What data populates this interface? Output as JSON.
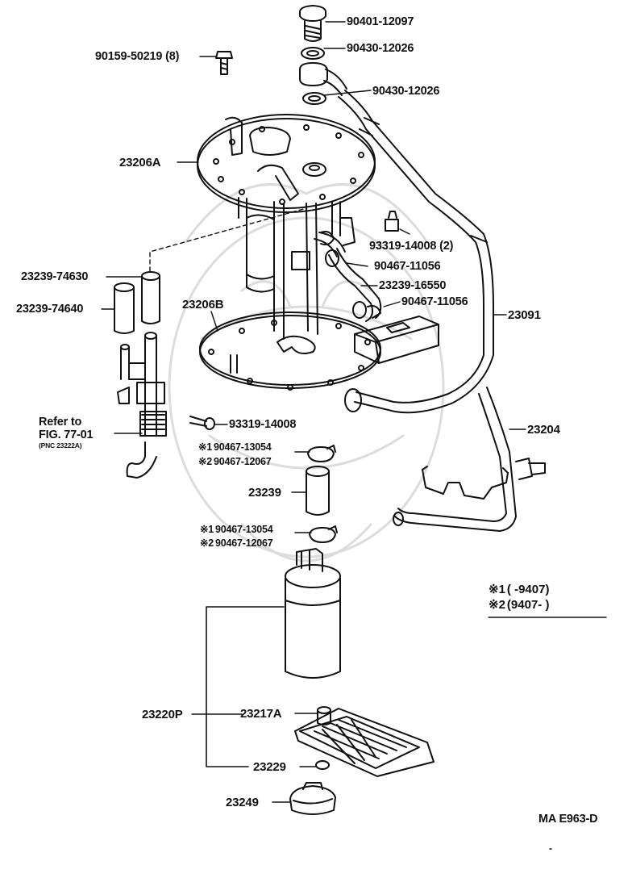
{
  "parts": [
    {
      "id": "p_9040112097",
      "label": "90401-12097"
    },
    {
      "id": "p_9043012026a",
      "label": "90430-12026"
    },
    {
      "id": "p_9043012026b",
      "label": "90430-12026"
    },
    {
      "id": "p_9015950219",
      "label": "90159-50219 (8)"
    },
    {
      "id": "p_23206A",
      "label": "23206A"
    },
    {
      "id": "p_9331914008b",
      "label": "93319-14008 (2)"
    },
    {
      "id": "p_9046711056a",
      "label": "90467-11056"
    },
    {
      "id": "p_2323916550",
      "label": "23239-16550"
    },
    {
      "id": "p_9046711056b",
      "label": "90467-11056"
    },
    {
      "id": "p_23091",
      "label": "23091"
    },
    {
      "id": "p_2323974630",
      "label": "23239-74630"
    },
    {
      "id": "p_2323974640",
      "label": "23239-74640"
    },
    {
      "id": "p_23206B",
      "label": "23206B"
    },
    {
      "id": "p_9331914008a",
      "label": "93319-14008"
    },
    {
      "id": "p_23204",
      "label": "23204"
    },
    {
      "id": "p_23239",
      "label": "23239"
    },
    {
      "id": "p_23220P",
      "label": "23220P"
    },
    {
      "id": "p_23217A",
      "label": "23217A"
    },
    {
      "id": "p_23229",
      "label": "23229"
    },
    {
      "id": "p_23249",
      "label": "23249"
    }
  ],
  "variants": [
    {
      "id": "v1a",
      "mark": "※1",
      "label": "90467-13054"
    },
    {
      "id": "v2a",
      "mark": "※2",
      "label": "90467-12067"
    },
    {
      "id": "v1b",
      "mark": "※1",
      "label": "90467-13054"
    },
    {
      "id": "v2b",
      "mark": "※2",
      "label": "90467-12067"
    }
  ],
  "reference": {
    "line1": "Refer to",
    "line2": "FIG. 77-01",
    "line3": "(PNC 23222A)"
  },
  "legend": [
    {
      "mark": "※1",
      "text": "(        -9407)"
    },
    {
      "mark": "※2",
      "text": "(9407-        )"
    }
  ],
  "figure_code": "MA E963-D"
}
